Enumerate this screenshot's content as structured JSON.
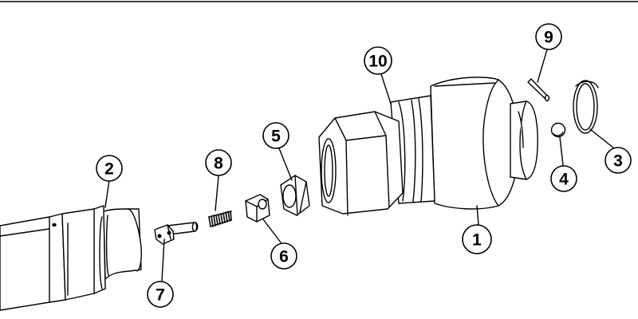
{
  "diagram": {
    "line_color": "#000000",
    "fill_color": "#ffffff",
    "callouts": [
      {
        "id": "callout-1",
        "label": "1"
      },
      {
        "id": "callout-2",
        "label": "2"
      },
      {
        "id": "callout-3",
        "label": "3"
      },
      {
        "id": "callout-4",
        "label": "4"
      },
      {
        "id": "callout-5",
        "label": "5"
      },
      {
        "id": "callout-6",
        "label": "6"
      },
      {
        "id": "callout-7",
        "label": "7"
      },
      {
        "id": "callout-8",
        "label": "8"
      },
      {
        "id": "callout-9",
        "label": "9"
      },
      {
        "id": "callout-10",
        "label": "10"
      }
    ]
  }
}
